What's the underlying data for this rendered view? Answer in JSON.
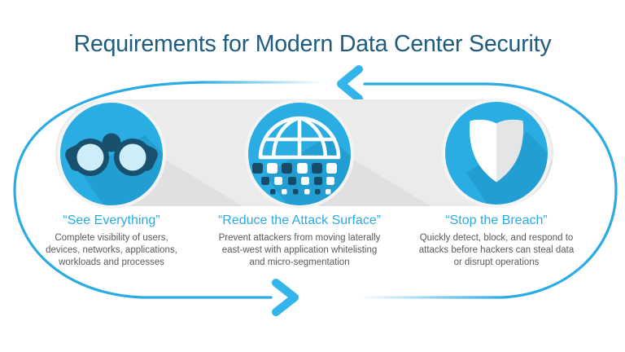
{
  "title": "Requirements for Modern Data Center Security",
  "colors": {
    "accent_blue": "#29abe2",
    "title_blue": "#1f5b7d",
    "band_gray": "#ebebeb",
    "icon_dark_navy": "#18506e",
    "lens_light_blue": "#cdeef9",
    "shield_shade_gray": "#e4e5e7",
    "body_text_gray": "#58595b"
  },
  "icons": {
    "top_arrow": "arrow-left-icon",
    "bottom_arrow": "arrow-right-icon",
    "card_icons": [
      "binoculars-icon",
      "globe-mesh-icon",
      "shield-icon"
    ]
  },
  "cards": [
    {
      "icon": "binoculars-icon",
      "heading": "“See Everything”",
      "body_lines": [
        "Complete visibility of users,",
        "devices, networks, applications,",
        "workloads and processes"
      ]
    },
    {
      "icon": "globe-mesh-icon",
      "heading": "“Reduce the Attack Surface”",
      "body_lines": [
        "Prevent attackers from moving laterally",
        "east-west with application whitelisting",
        "and micro-segmentation"
      ]
    },
    {
      "icon": "shield-icon",
      "heading": "“Stop the Breach”",
      "body_lines": [
        "Quickly detect, block, and respond to",
        "attacks before hackers can steal data",
        "or disrupt operations"
      ]
    }
  ]
}
